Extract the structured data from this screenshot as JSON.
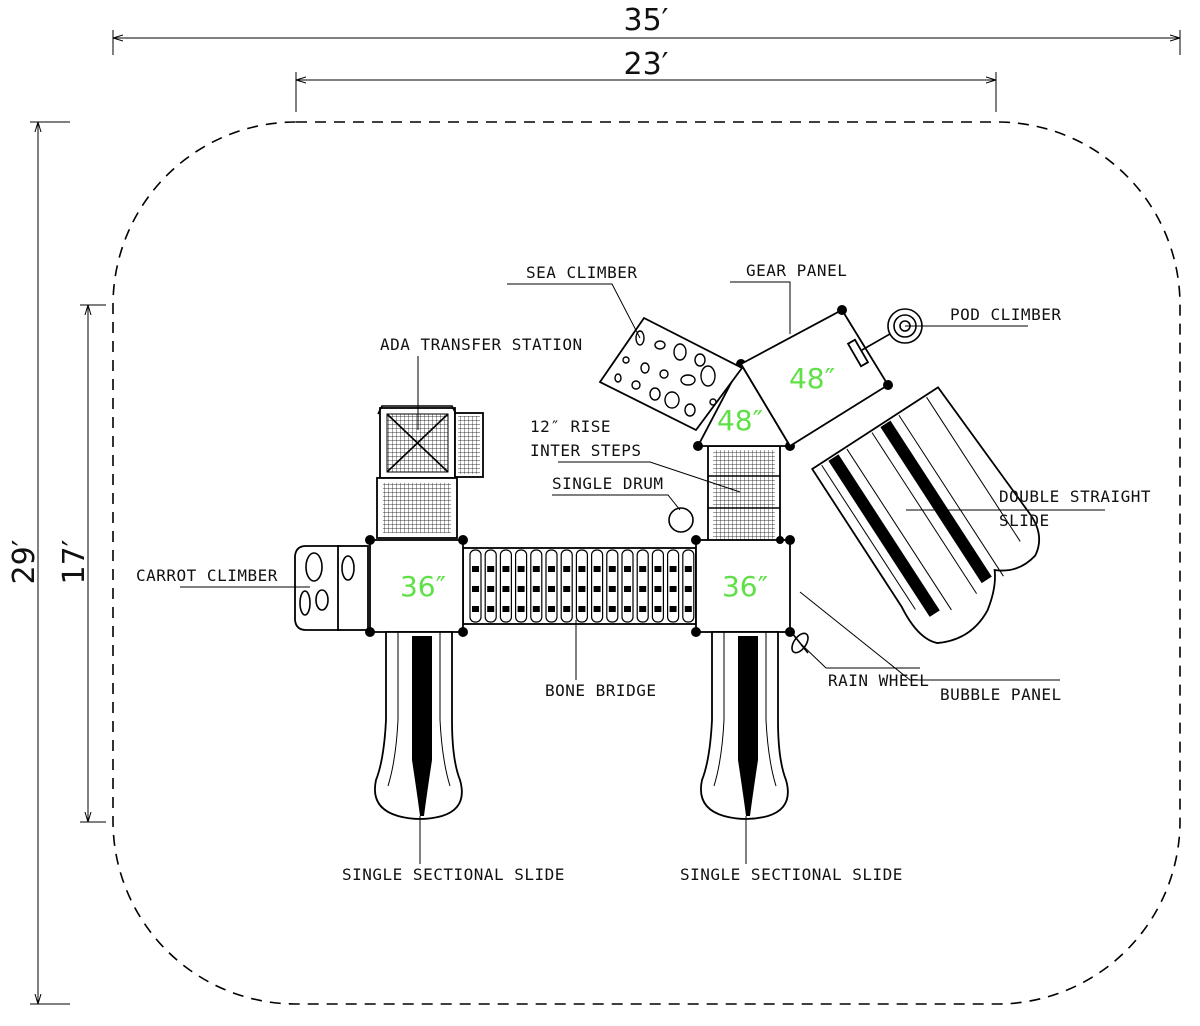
{
  "dimensions": {
    "overall_width": "35′",
    "inner_width": "23′",
    "overall_depth": "29′",
    "inner_depth": "17′"
  },
  "platform_heights": {
    "left_deck": "36″",
    "right_deck": "36″",
    "gear_deck": "48″",
    "triangle_deck": "48″"
  },
  "components": {
    "sea_climber": "SEA CLIMBER",
    "gear_panel": "GEAR PANEL",
    "pod_climber": "POD CLIMBER",
    "ada_transfer": "ADA TRANSFER STATION",
    "rise_line1": "12″ RISE",
    "rise_line2": "INTER STEPS",
    "single_drum": "SINGLE DRUM",
    "double_slide_line1": "DOUBLE STRAIGHT",
    "double_slide_line2": "SLIDE",
    "carrot_climber": "CARROT CLIMBER",
    "bone_bridge": "BONE BRIDGE",
    "rain_wheel": "RAIN WHEEL",
    "bubble_panel": "BUBBLE PANEL",
    "slide_left": "SINGLE SECTIONAL SLIDE",
    "slide_right": "SINGLE SECTIONAL SLIDE"
  },
  "colors": {
    "height_labels": "#5fe047",
    "linework": "#000000"
  }
}
